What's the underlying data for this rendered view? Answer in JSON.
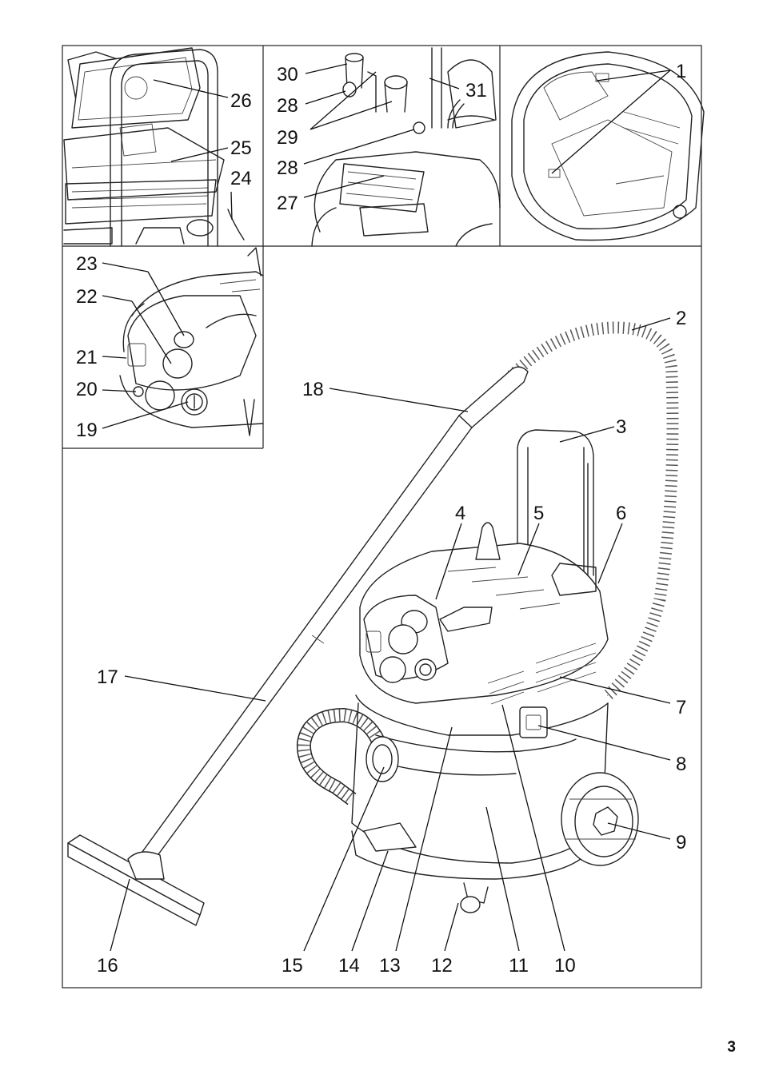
{
  "page_number": "3",
  "callouts": {
    "c1": "1",
    "c2": "2",
    "c3": "3",
    "c4": "4",
    "c5": "5",
    "c6": "6",
    "c7": "7",
    "c8": "8",
    "c9": "9",
    "c10": "10",
    "c11": "11",
    "c12": "12",
    "c13": "13",
    "c14": "14",
    "c15": "15",
    "c16": "16",
    "c17": "17",
    "c18": "18",
    "c19": "19",
    "c20": "20",
    "c21": "21",
    "c22": "22",
    "c23": "23",
    "c24": "24",
    "c25": "25",
    "c26": "26",
    "c27": "27",
    "c28a": "28",
    "c28b": "28",
    "c29": "29",
    "c30": "30",
    "c31": "31"
  }
}
